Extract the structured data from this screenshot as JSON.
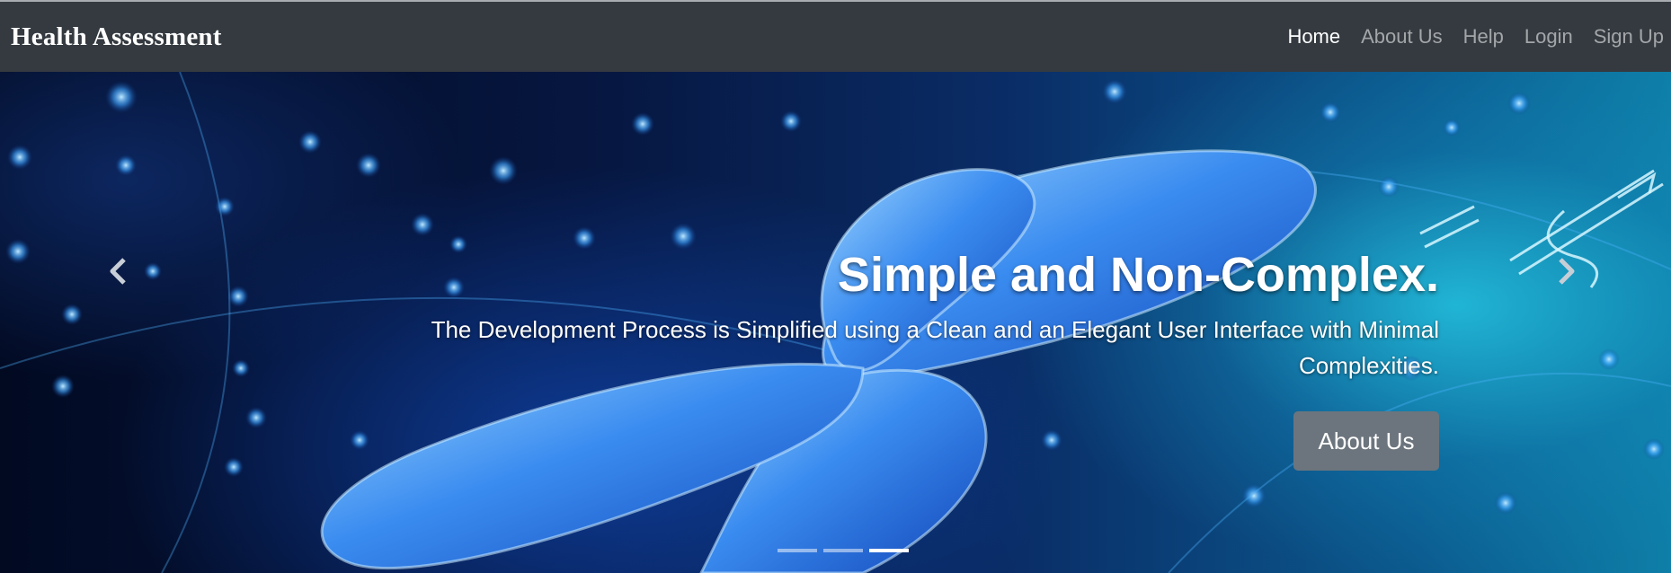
{
  "navbar": {
    "brand": "Health Assessment",
    "links": [
      {
        "label": "Home",
        "active": true
      },
      {
        "label": "About Us",
        "active": false
      },
      {
        "label": "Help",
        "active": false
      },
      {
        "label": "Login",
        "active": false
      },
      {
        "label": "Sign Up",
        "active": false
      }
    ]
  },
  "carousel": {
    "slide": {
      "heading": "Simple and Non-Complex.",
      "text": "The Development Process is Simplified using a Clean and an Elegant User Interface with Minimal Complexities.",
      "button_label": "About Us"
    },
    "prev_icon": "chevron-left-icon",
    "next_icon": "chevron-right-icon",
    "indicators": [
      {
        "active": false
      },
      {
        "active": false
      },
      {
        "active": true
      }
    ]
  },
  "colors": {
    "navbar_bg": "#343a40",
    "nav_active": "#ffffff",
    "nav_inactive": "rgba(255,255,255,0.55)",
    "button_bg": "#6c757d"
  }
}
